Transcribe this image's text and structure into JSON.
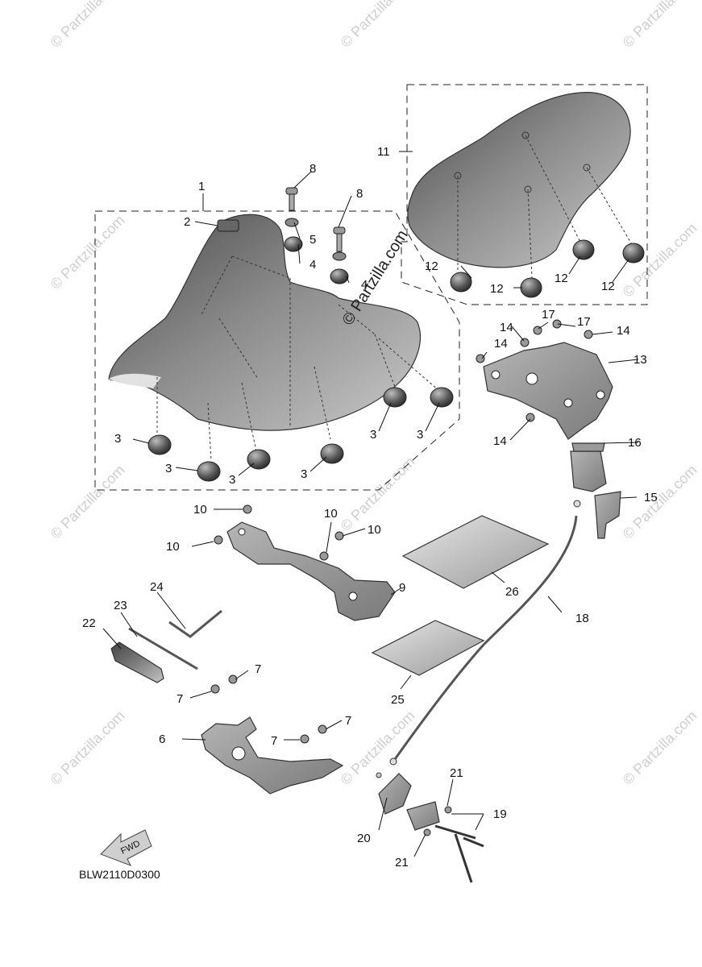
{
  "diagram": {
    "code": "BLW2110D0300",
    "fwd_label": "FWD",
    "watermark": "© Partzilla.com",
    "callouts": {
      "c1": "1",
      "c2": "2",
      "c3a": "3",
      "c3b": "3",
      "c3c": "3",
      "c3d": "3",
      "c3e": "3",
      "c3f": "3",
      "c4a": "4",
      "c4b": "4",
      "c5": "5",
      "c6": "6",
      "c7a": "7",
      "c7b": "7",
      "c7c": "7",
      "c7d": "7",
      "c8a": "8",
      "c8b": "8",
      "c9": "9",
      "c10a": "10",
      "c10b": "10",
      "c10c": "10",
      "c10d": "10",
      "c11": "11",
      "c12a": "12",
      "c12b": "12",
      "c12c": "12",
      "c12d": "12",
      "c13": "13",
      "c14a": "14",
      "c14b": "14",
      "c14c": "14",
      "c14d": "14",
      "c15": "15",
      "c16": "16",
      "c17a": "17",
      "c17b": "17",
      "c18": "18",
      "c19": "19",
      "c20": "20",
      "c21a": "21",
      "c21b": "21",
      "c22": "22",
      "c23": "23",
      "c24": "24",
      "c25": "25",
      "c26": "26"
    }
  }
}
